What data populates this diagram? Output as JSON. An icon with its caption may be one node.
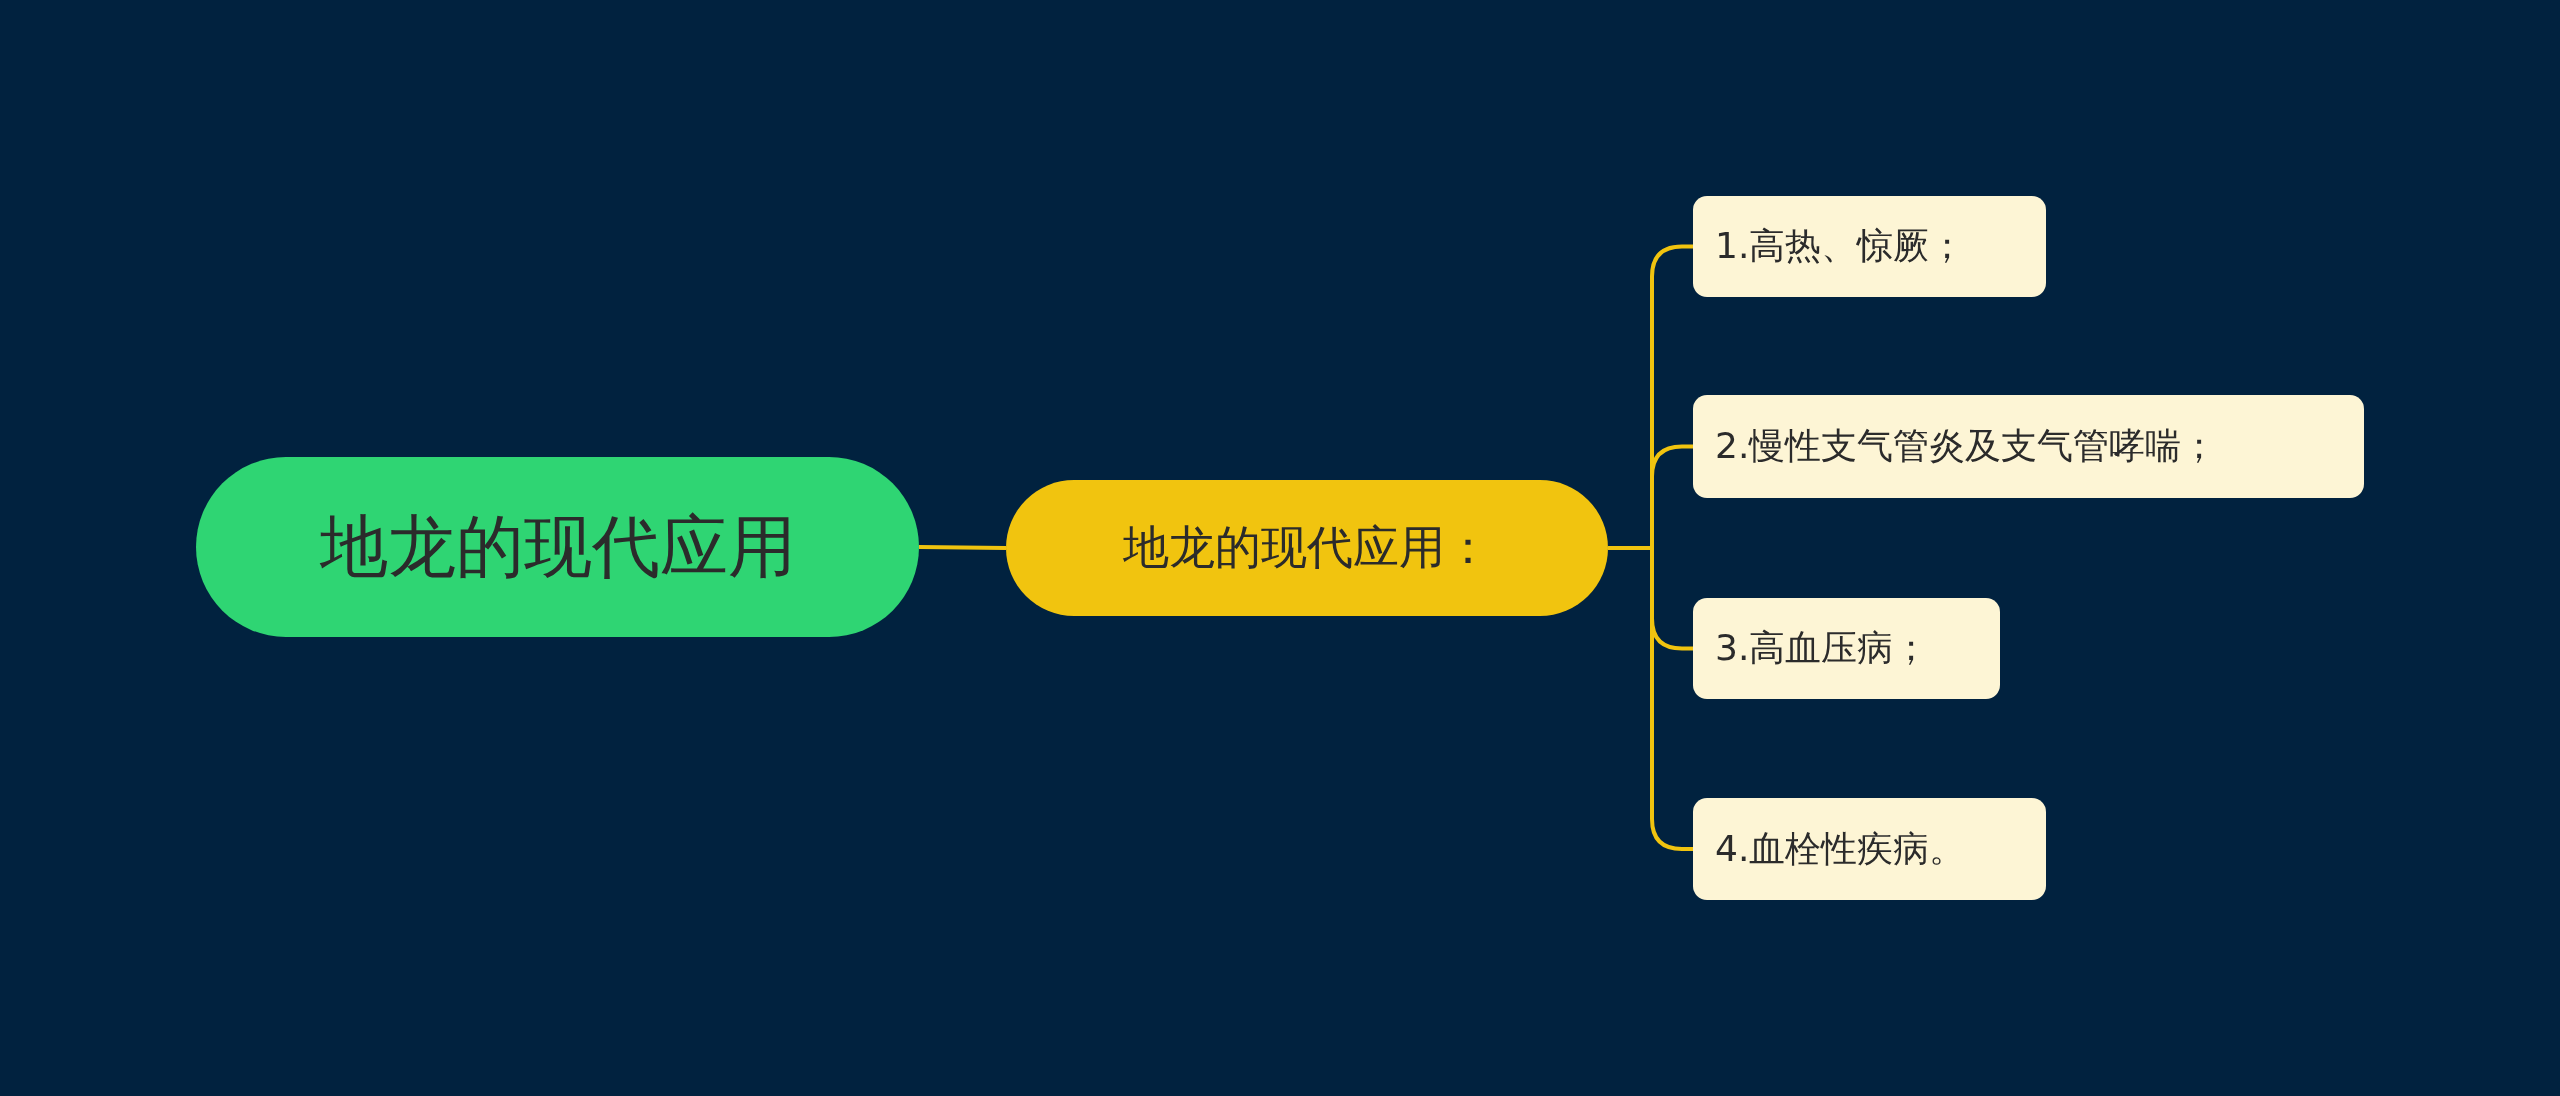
{
  "diagram": {
    "nodes": [
      {
        "text": [
          "地龙的现代应用"
        ]
      },
      {
        "text": [
          "地龙的现代应用："
        ]
      },
      {
        "text": [
          "1.高热、惊厥；"
        ]
      },
      {
        "text": [
          "2.慢性支气管炎及支气管哮喘；"
        ]
      },
      {
        "text": [
          "3.高血压病；"
        ]
      },
      {
        "text": [
          "4.血栓性疾病。"
        ]
      }
    ],
    "edges": [
      {
        "from": 0,
        "to": 1,
        "arrow": "none"
      },
      {
        "from": 1,
        "to": 2,
        "arrow": "none"
      },
      {
        "from": 1,
        "to": 3,
        "arrow": "none"
      },
      {
        "from": 1,
        "to": 4,
        "arrow": "none"
      },
      {
        "from": 1,
        "to": 5,
        "arrow": "none"
      }
    ]
  }
}
